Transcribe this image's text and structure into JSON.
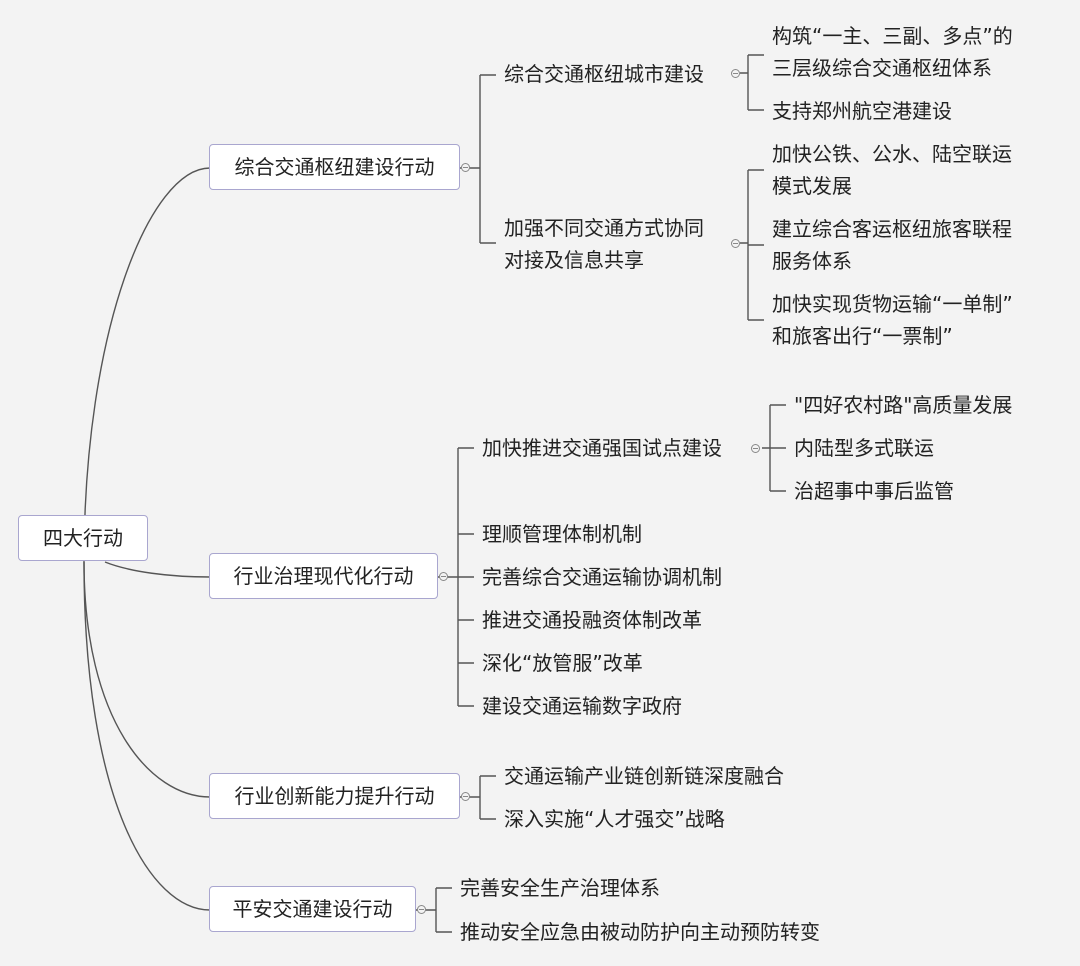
{
  "root": {
    "label": "四大行动"
  },
  "branches": [
    {
      "label": "综合交通枢纽建设行动",
      "children": [
        {
          "label": "综合交通枢纽城市建设",
          "children": [
            "构筑“一主、三副、多点”的",
            "三层级综合交通枢纽体系",
            "支持郑州航空港建设"
          ]
        },
        {
          "label_lines": [
            "加强不同交通方式协同",
            "对接及信息共享"
          ],
          "children": [
            "加快公铁、公水、陆空联运",
            "模式发展",
            "建立综合客运枢纽旅客联程",
            "服务体系",
            "加快实现货物运输“一单制”",
            "和旅客出行“一票制”"
          ]
        }
      ]
    },
    {
      "label": "行业治理现代化行动",
      "children": [
        {
          "label": "加快推进交通强国试点建设",
          "children": [
            "\"四好农村路\"高质量发展",
            "内陆型多式联运",
            "治超事中事后监管"
          ]
        },
        {
          "label": "理顺管理体制机制"
        },
        {
          "label": "完善综合交通运输协调机制"
        },
        {
          "label": "推进交通投融资体制改革"
        },
        {
          "label": "深化“放管服”改革"
        },
        {
          "label": "建设交通运输数字政府"
        }
      ]
    },
    {
      "label": "行业创新能力提升行动",
      "children": [
        {
          "label": "交通运输产业链创新链深度融合"
        },
        {
          "label": "深入实施“人才强交”战略"
        }
      ]
    },
    {
      "label": "平安交通建设行动",
      "children": [
        {
          "label": "完善安全生产治理体系"
        },
        {
          "label": "推动安全应急由被动防护向主动预防转变"
        }
      ]
    }
  ]
}
